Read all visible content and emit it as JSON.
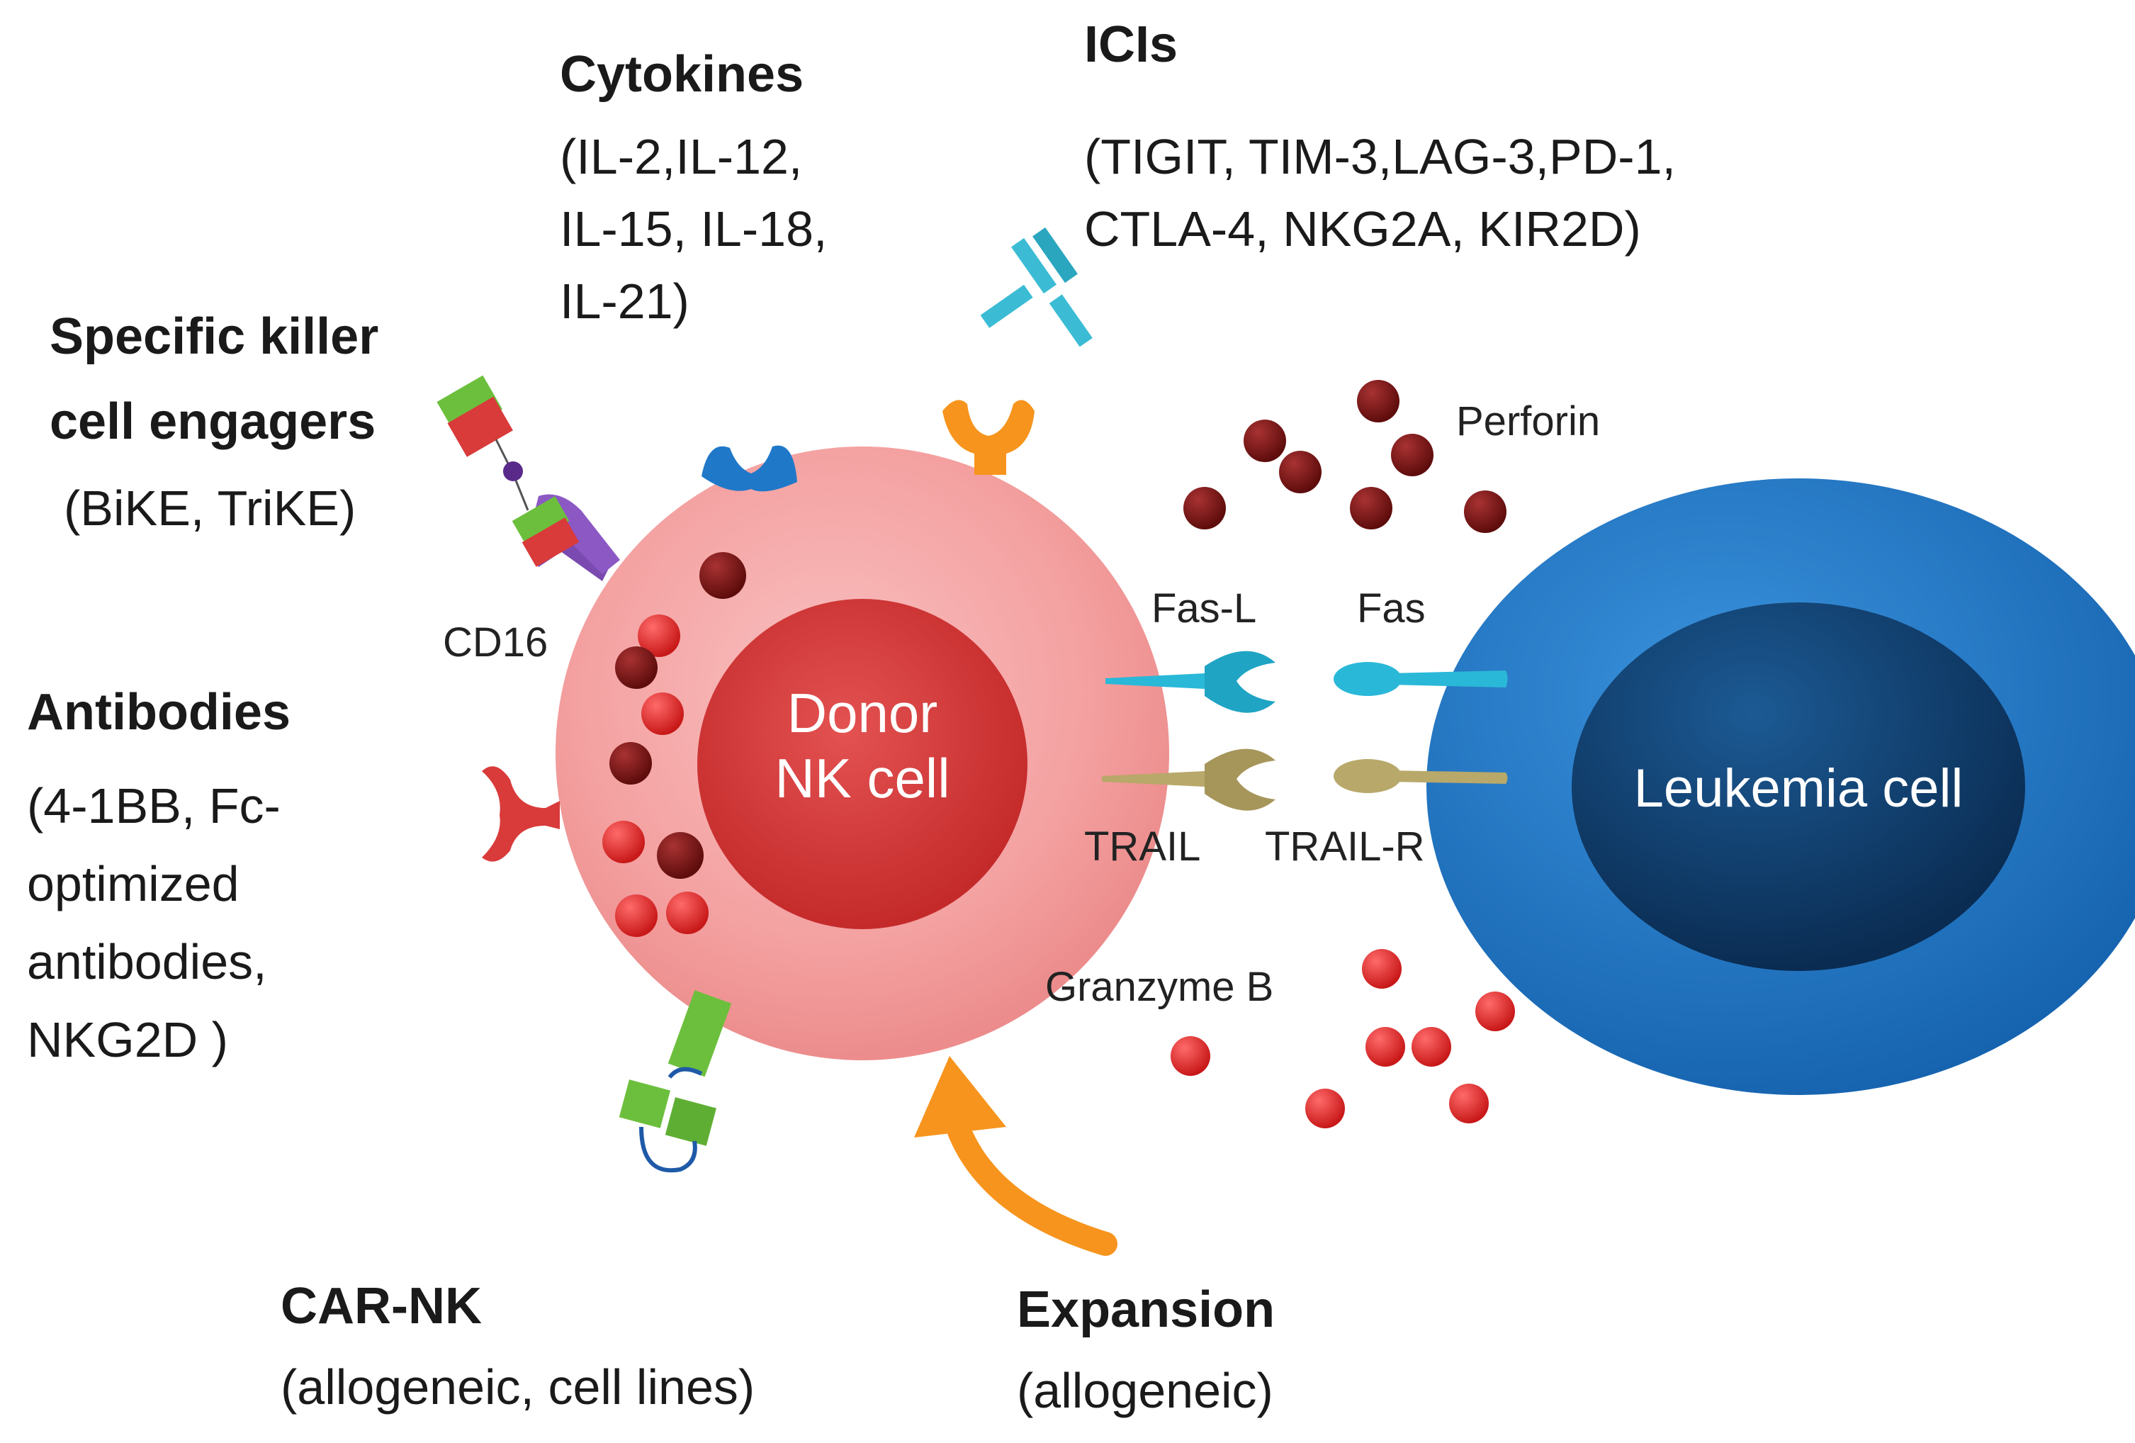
{
  "labels": {
    "cytokines": {
      "title": "Cytokines",
      "line1": "(IL-2,IL-12,",
      "line2": "IL-15, IL-18,",
      "line3": "IL-21)"
    },
    "icis": {
      "title": "ICIs",
      "line1": "(TIGIT, TIM-3,LAG-3,PD-1,",
      "line2": "CTLA-4, NKG2A, KIR2D)"
    },
    "engagers": {
      "title1": "Specific killer",
      "title2": "cell engagers",
      "sub": "(BiKE, TriKE)"
    },
    "cd16": "CD16",
    "antibodies": {
      "title": "Antibodies",
      "line1": "(4-1BB, Fc-",
      "line2": "optimized",
      "line3": "antibodies,",
      "line4": "NKG2D )"
    },
    "car_nk": {
      "title": "CAR-NK",
      "sub": "(allogeneic, cell lines)"
    },
    "expansion": {
      "title": "Expansion",
      "sub": "(allogeneic)"
    },
    "perforin": "Perforin",
    "granzyme": "Granzyme  B",
    "fas_l": "Fas-L",
    "fas": "Fas",
    "trail": "TRAIL",
    "trail_r": "TRAIL-R",
    "donor_line1": "Donor",
    "donor_line2": "NK cell",
    "leukemia": "Leukemia cell"
  },
  "colors": {
    "nk_outer": "#f4a0a0",
    "nk_inner": "#d93a3a",
    "leukemia_outer": "#1f78c8",
    "leukemia_inner": "#0d3a66",
    "perforin_granule": "#7a1414",
    "granzyme_granule": "#e02828",
    "fas_receptor": "#2ab8d8",
    "trail_receptor": "#b8a86a",
    "antibody_cyan": "#3bbcd4",
    "arrow_orange": "#f7941d"
  }
}
